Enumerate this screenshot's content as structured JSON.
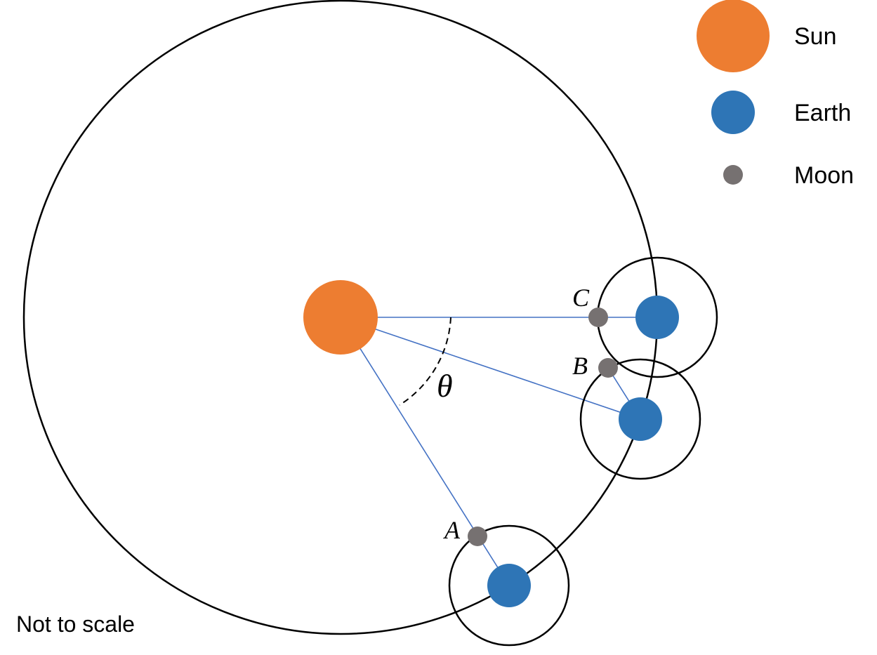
{
  "colors": {
    "sun": "#ED7D31",
    "earth": "#2E75B6",
    "moon": "#767171",
    "line": "#4472C4",
    "orbit": "#000000",
    "background": "#FFFFFF"
  },
  "legend": {
    "sun": "Sun",
    "earth": "Earth",
    "moon": "Moon"
  },
  "points": {
    "a": "A",
    "b": "B",
    "c": "C"
  },
  "angle_label": "θ",
  "note": "Not to scale"
}
